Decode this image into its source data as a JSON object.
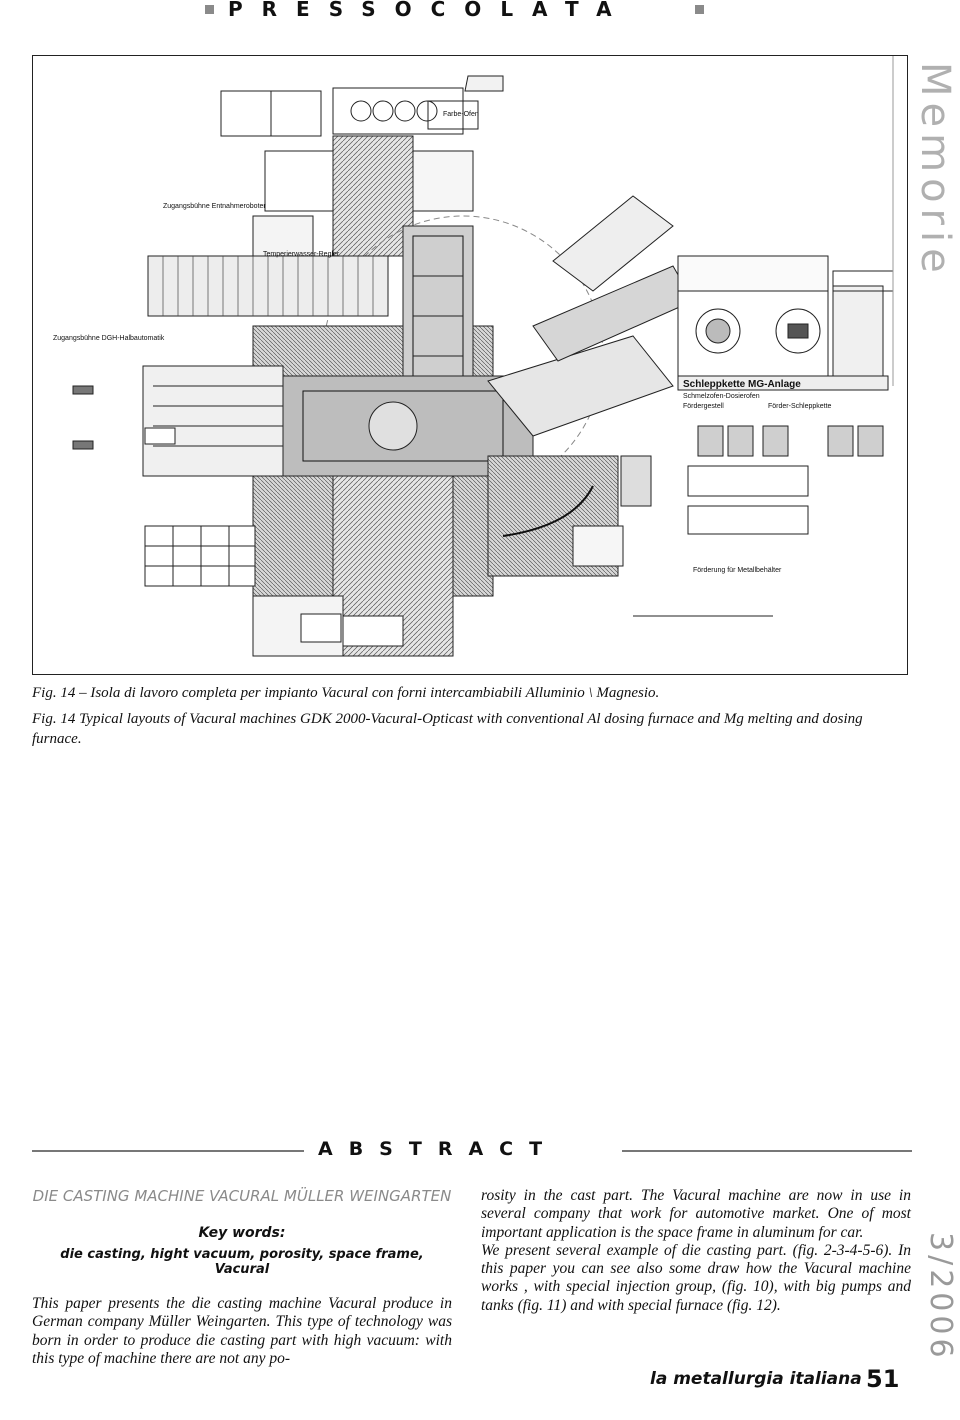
{
  "header": {
    "title": "PRESSOCOLATA"
  },
  "side_label": "Memorie",
  "figure": {
    "labels": {
      "furnace_top": "Farbe-Ofen",
      "chain_label": "Schleppkette MG-Anlage",
      "hdr_left": "Fördergestell",
      "hdr_mid": "Förder-Schleppkette",
      "hdr_panel": "Schmelzofen-Dosierofen",
      "note_1": "Zugangsbühne Entnahmeroboter",
      "note_2": "Zugangsbühne DGH-Halbautomatik",
      "note_3": "Temperierwasser-Regler",
      "note_4": "Förderung für Metallbehälter"
    }
  },
  "captions": {
    "it": "Fig. 14 – Isola di lavoro completa per impianto Vacural con forni intercambiabili Alluminio \\ Magnesio.",
    "en": "Fig. 14 Typical layouts of Vacural machines GDK 2000-Vacural-Opticast with conventional Al dosing furnace and Mg melting and dosing furnace."
  },
  "abstract": {
    "heading": "ABSTRACT",
    "article_title": "DIE CASTING MACHINE VACURAL MÜLLER WEINGARTEN",
    "keywords_heading": "Key words:",
    "keywords": "die casting, hight vacuum, porosity, space frame, Vacural",
    "left_text": "This paper presents the die casting machine Vacural produce in German company Müller Weingarten. This type of technology was born in order to produce die casting part with high vacuum: with this type of machine there are not any po-",
    "right_text_1": "rosity in the cast part. The Vacural machine are now in use in several company that work for automotive market. One of most important application is the space frame in aluminum for car.",
    "right_text_2": "We present several example of die casting part. (fig. 2-3-4-5-6). In this paper you can see also some draw how the Vacural machine works , with special injection group, (fig. 10), with big pumps and tanks (fig. 11) and with special furnace (fig. 12)."
  },
  "year_label": "3/2006",
  "footer": {
    "journal": "la metallurgia italiana",
    "page": "51"
  }
}
